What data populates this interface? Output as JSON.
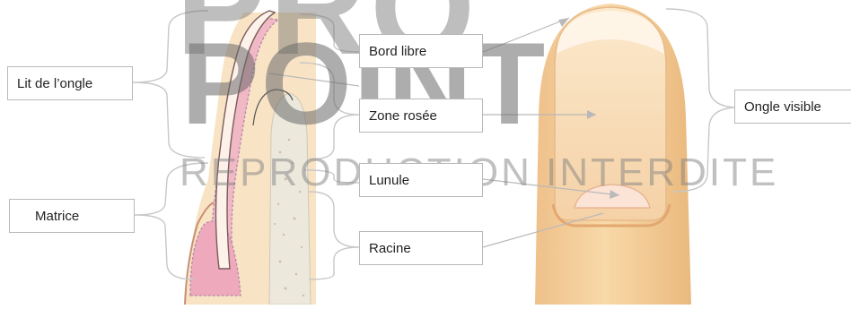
{
  "labels": {
    "lit": "Lit de l’ongle",
    "matrice": "Matrice",
    "bord_libre": "Bord libre",
    "zone_rosee": "Zone rosée",
    "lunule": "Lunule",
    "racine": "Racine",
    "ongle_visible": "Ongle visible"
  },
  "watermark": {
    "line1": "PRO",
    "line2": "POINT",
    "line3": "REPRODUCTION INTERDITE"
  },
  "colors": {
    "skin": "#f3c88e",
    "nail_pink": "#e9a7b8",
    "bracket": "#c8c8c8"
  }
}
